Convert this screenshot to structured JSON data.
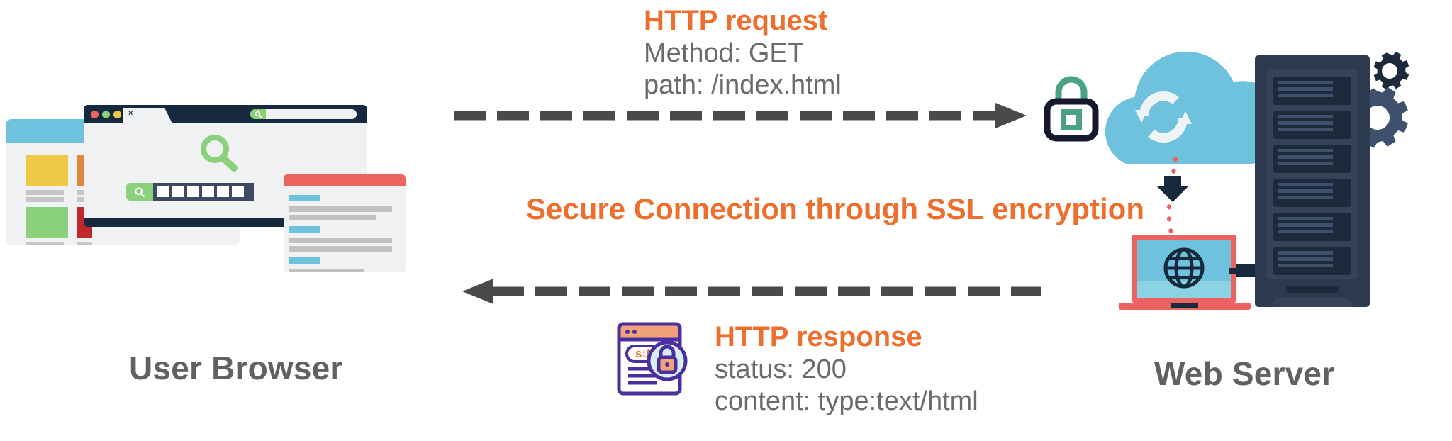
{
  "diagram": {
    "title_left": "User Browser",
    "title_right": "Web Server",
    "request": {
      "heading": "HTTP request",
      "line1": "Method: GET",
      "line2": "path: /index.html"
    },
    "middle_label": "Secure Connection through SSL encryption",
    "response": {
      "heading": "HTTP response",
      "line1": "status: 200",
      "line2": "content: type:text/html"
    },
    "icons": {
      "padlock": "padlock-icon",
      "https_document": "https-document-icon",
      "browser": "browser-window-illustration",
      "server": "server-rack-illustration",
      "cloud": "cloud-sync-icon",
      "laptop": "laptop-globe-icon",
      "gears": "gears-icon",
      "magnifier": "magnifier-icon",
      "arrow_request": "arrow-right-dashed",
      "arrow_response": "arrow-left-dashed"
    },
    "https_badge_text": "s://",
    "tab_close_glyph": "×",
    "colors": {
      "accent_orange": "#ee6f2d",
      "text_gray": "#6b6b6b",
      "label_gray": "#616161",
      "arrow_gray": "#4a4a4a",
      "navy": "#16293d",
      "green": "#8bd07a",
      "teal": "#4aa188",
      "sky": "#6ec2dd",
      "red": "#ec6360",
      "yellow": "#efc845",
      "purple": "#4c2f9e",
      "server_body": "#2b3a4f",
      "server_slot": "#1d2a3c",
      "gear_dark": "#1d2a3c",
      "gear_mid": "#3e506b"
    }
  }
}
